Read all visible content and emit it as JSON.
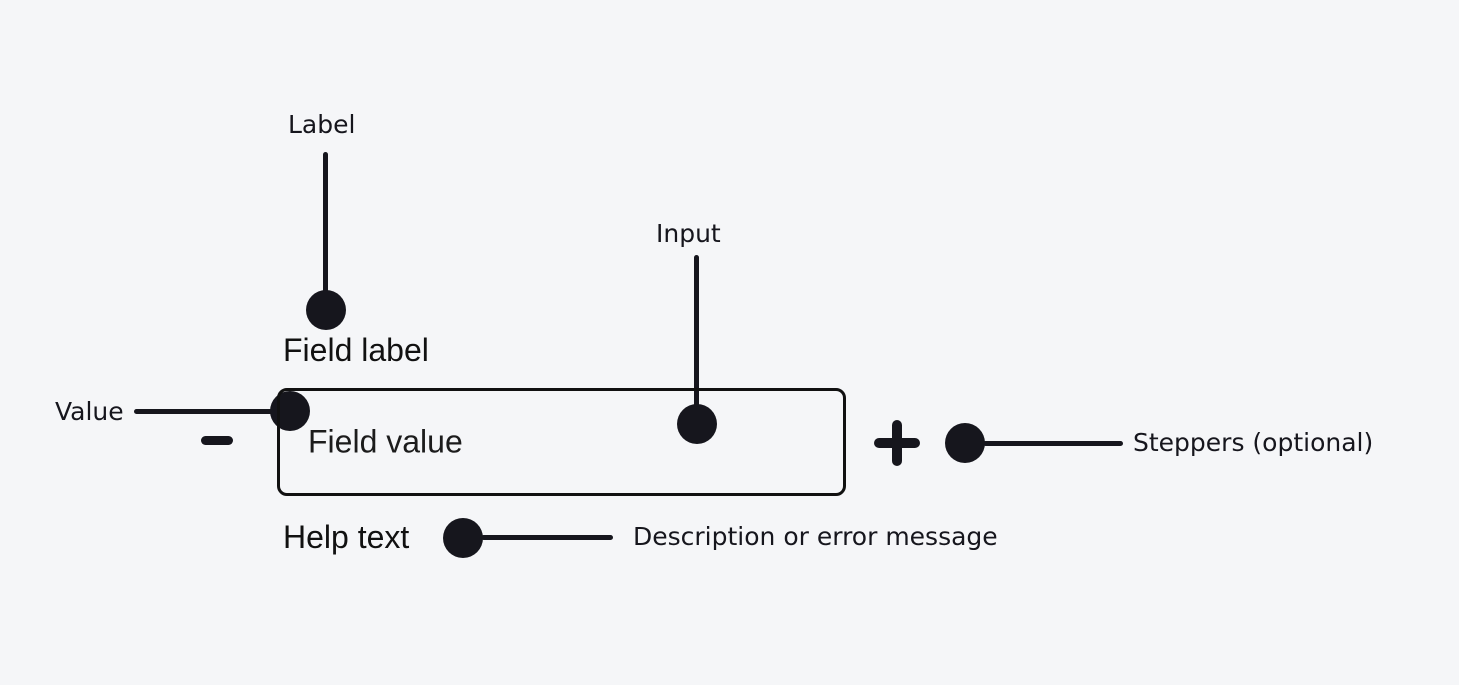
{
  "colors": {
    "background": "#f5f6f8",
    "ink": "#16161d",
    "component_border": "#111111",
    "component_text": "#1c1c1c"
  },
  "component": {
    "field_label": "Field label",
    "field_value": "Field value",
    "help_text": "Help text"
  },
  "icons": {
    "minus": {
      "name": "minus-icon",
      "glyph": "−"
    },
    "plus": {
      "name": "plus-icon",
      "glyph": "+"
    }
  },
  "annotations": {
    "label": "Label",
    "input": "Input",
    "value": "Value",
    "steppers": "Steppers (optional)",
    "description": "Description or error message"
  }
}
